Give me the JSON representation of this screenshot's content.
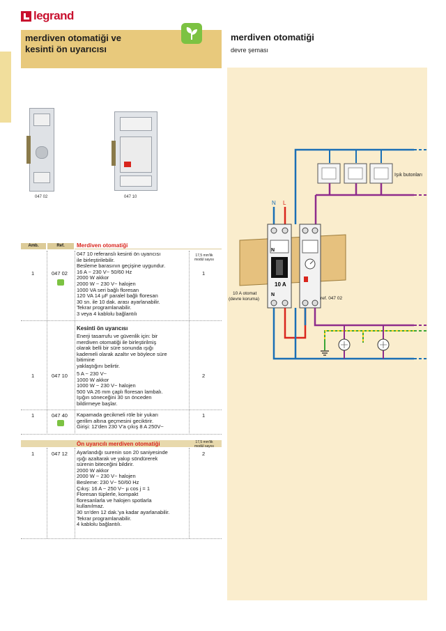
{
  "brand": "legrand",
  "title_left": "merdiven otomatiği ve\nkesinti ön uyarıcısı",
  "title_right": "merdiven otomatiği",
  "subtitle_right": "devre şeması",
  "products": [
    {
      "label": "047 02"
    },
    {
      "label": "047 10"
    }
  ],
  "table": {
    "col_pack": "Amb.",
    "col_ref": "Ref.",
    "mod_header": "17,5 mm'lik\nmodül sayısı",
    "section1": {
      "title": "Merdiven otomatiği",
      "row1": {
        "pack": "1",
        "ref": "047 02",
        "mods": "1",
        "text": "047 10 referanslı kesinti ön uyarıcısı\nile birleştirilebilir.\nBesleme barasının geçişine uygundur.\n16 A ~ 230 V~ 50/60 Hz\n2000 W akkor\n2000 W ~ 230 V~ halojen\n1000 VA seri bağlı floresan\n120 VA 14 µF paralel bağlı floresan\n30 sn. ile 10 dak. arası ayarlanabilir.\nTekrar programlanabilir.\n3 veya 4 kablolu bağlantılı"
      },
      "sub_title": "Kesinti ön uyarıcısı",
      "row2": {
        "pack": "1",
        "ref": "047 10",
        "mods": "2",
        "text_a": "Enerji tasarrufu ve güvenlik için: bir\nmerdiven otomatiği ile birleştirilmiş\nolarak belli bir süre sonunda ışığı\nkademeli olarak azaltır ve böylece süre\nbitimine\nyaklaştığını belirtir.",
        "text_b": "5 A ~ 230 V~\n1000 W akkor\n1000 W ~ 230 V~ halojen\n500 VA 26 mm çaplı floresan lambalı.\nIşığın söneceğini 30 sn önceden\nbildirmeye başlar."
      },
      "row3": {
        "pack": "1",
        "ref": "047 40",
        "mods": "1",
        "text": "Kapamada gecikmeli röle bir yukarı\ngerilim altına geçmesini geciktirir.\nGirişi: 12'den 230 V'a çıkış 8 A 250V~"
      }
    },
    "section2": {
      "title": "Ön uyarıcılı merdiven otomatiği",
      "row1": {
        "pack": "1",
        "ref": "047 12",
        "mods": "2",
        "text": "Ayarlandığı surenin son 20 saniyesinde\nışığı azaltarak ve yakıp söndürerek\nsürenin biteceğini bildirir.\n2000 W akkor\n2000 W ~ 230 V~ halojen\nBesleme: 230 V~ 50/60 Hz\nÇıkış: 16 A ~ 250 V~ µ cos j = 1\nFloresan tüplerle, kompakt\nfloresanlarla ve halojen spotlarla\nkullanılmaz.\n30 sn'den 12 dak.'ya kadar ayarlanabilir.\nTekrar programlanabilir.\n4 kablolu bağlantılı."
      }
    }
  },
  "diagram": {
    "label_buttons": "Işık butonları",
    "label_N": "N",
    "label_L": "L",
    "label_breaker": "10 A otomat\n(devre koruma)",
    "label_ref": "ref. 047 02",
    "breaker_text": "10 A",
    "breaker_N": "N",
    "colors": {
      "blue": "#1a6fb5",
      "red": "#d9251c",
      "purple": "#8e2b8c",
      "green": "#3aa635",
      "yellow": "#f2d21a",
      "wood": "#e6c17e"
    }
  }
}
